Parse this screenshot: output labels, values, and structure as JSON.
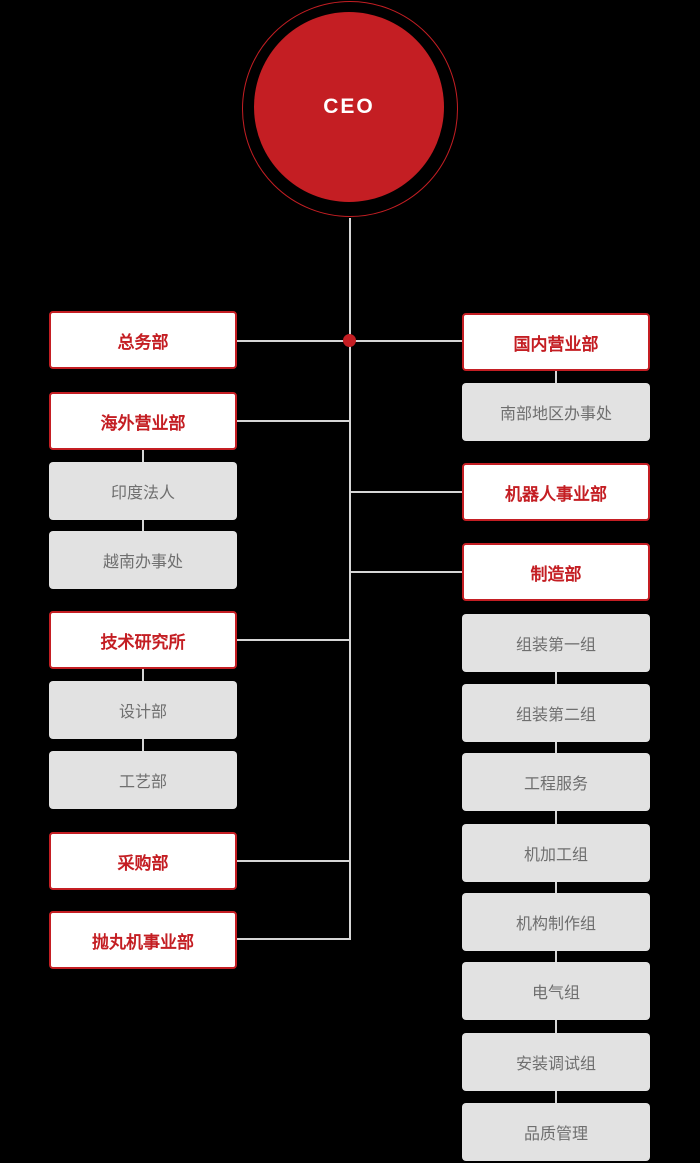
{
  "nodes": {
    "ceo": "CEO",
    "general_affairs": "总务部",
    "overseas_sales": "海外营业部",
    "india_entity": "印度法人",
    "vietnam_office": "越南办事处",
    "tech_research": "技术研究所",
    "design_dept": "设计部",
    "process_dept": "工艺部",
    "purchasing": "采购部",
    "shot_blasting_division": "抛丸机事业部",
    "domestic_sales": "国内营业部",
    "southern_region_office": "南部地区办事处",
    "robot_division": "机器人事业部",
    "manufacturing": "制造部",
    "assembly_group_1": "组装第一组",
    "assembly_group_2": "组装第二组",
    "engineering_service": "工程服务",
    "machining_group": "机加工组",
    "mechanism_production_group": "机构制作组",
    "electrical_group": "电气组",
    "installation_commissioning_group": "安装调试组",
    "quality_management": "品质管理"
  },
  "hierarchy": {
    "root": "ceo",
    "left_branches": [
      {
        "node": "general_affairs",
        "children": []
      },
      {
        "node": "overseas_sales",
        "children": [
          "india_entity",
          "vietnam_office"
        ]
      },
      {
        "node": "tech_research",
        "children": [
          "design_dept",
          "process_dept"
        ]
      },
      {
        "node": "purchasing",
        "children": []
      },
      {
        "node": "shot_blasting_division",
        "children": []
      }
    ],
    "right_branches": [
      {
        "node": "domestic_sales",
        "children": [
          "southern_region_office"
        ]
      },
      {
        "node": "robot_division",
        "children": []
      },
      {
        "node": "manufacturing",
        "children": [
          "assembly_group_1",
          "assembly_group_2",
          "engineering_service",
          "machining_group",
          "mechanism_production_group",
          "electrical_group",
          "installation_commissioning_group",
          "quality_management"
        ]
      }
    ]
  },
  "colors": {
    "accent_red": "#c41e23",
    "connector_gray": "#d6d6d6",
    "primary_box_bg": "#ffffff",
    "sub_box_bg": "#e2e2e2",
    "sub_box_text": "#6f6f6f",
    "background": "#000000"
  }
}
